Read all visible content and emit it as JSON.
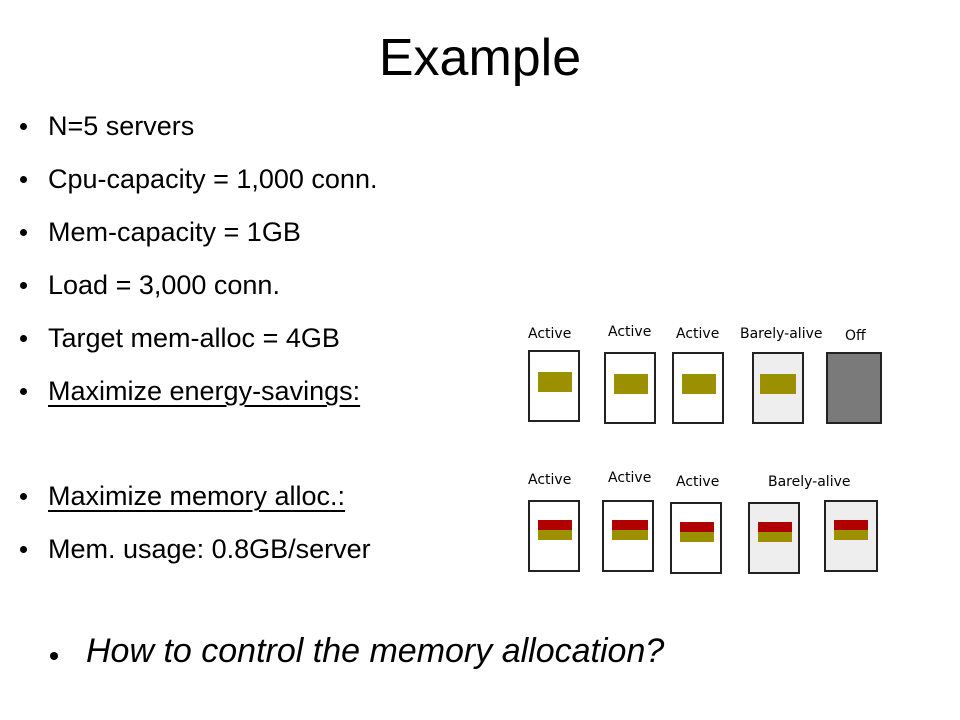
{
  "title": "Example",
  "bullets": [
    "N=5 servers",
    "Cpu-capacity = 1,000 conn.",
    "Mem-capacity = 1GB",
    "Load = 3,000 conn.",
    "Target mem-alloc = 4GB",
    "Maximize energy-savings:",
    "Maximize memory alloc.:",
    "Mem. usage: 0.8GB/server"
  ],
  "question": "How to control the memory allocation?",
  "diagram_top": {
    "labels": [
      "Active",
      "Active",
      "Active",
      "Barely-alive",
      "Off"
    ],
    "states": [
      "active",
      "active",
      "active",
      "barely",
      "off"
    ]
  },
  "diagram_bottom": {
    "labels": [
      "Active",
      "Active",
      "Active",
      "Barely-alive"
    ],
    "states": [
      "active",
      "active",
      "active",
      "barely",
      "barely"
    ]
  },
  "colors": {
    "cpu_bar": "#9b9000",
    "mem_bar": "#b00000",
    "off_server": "#7a7a7a"
  }
}
